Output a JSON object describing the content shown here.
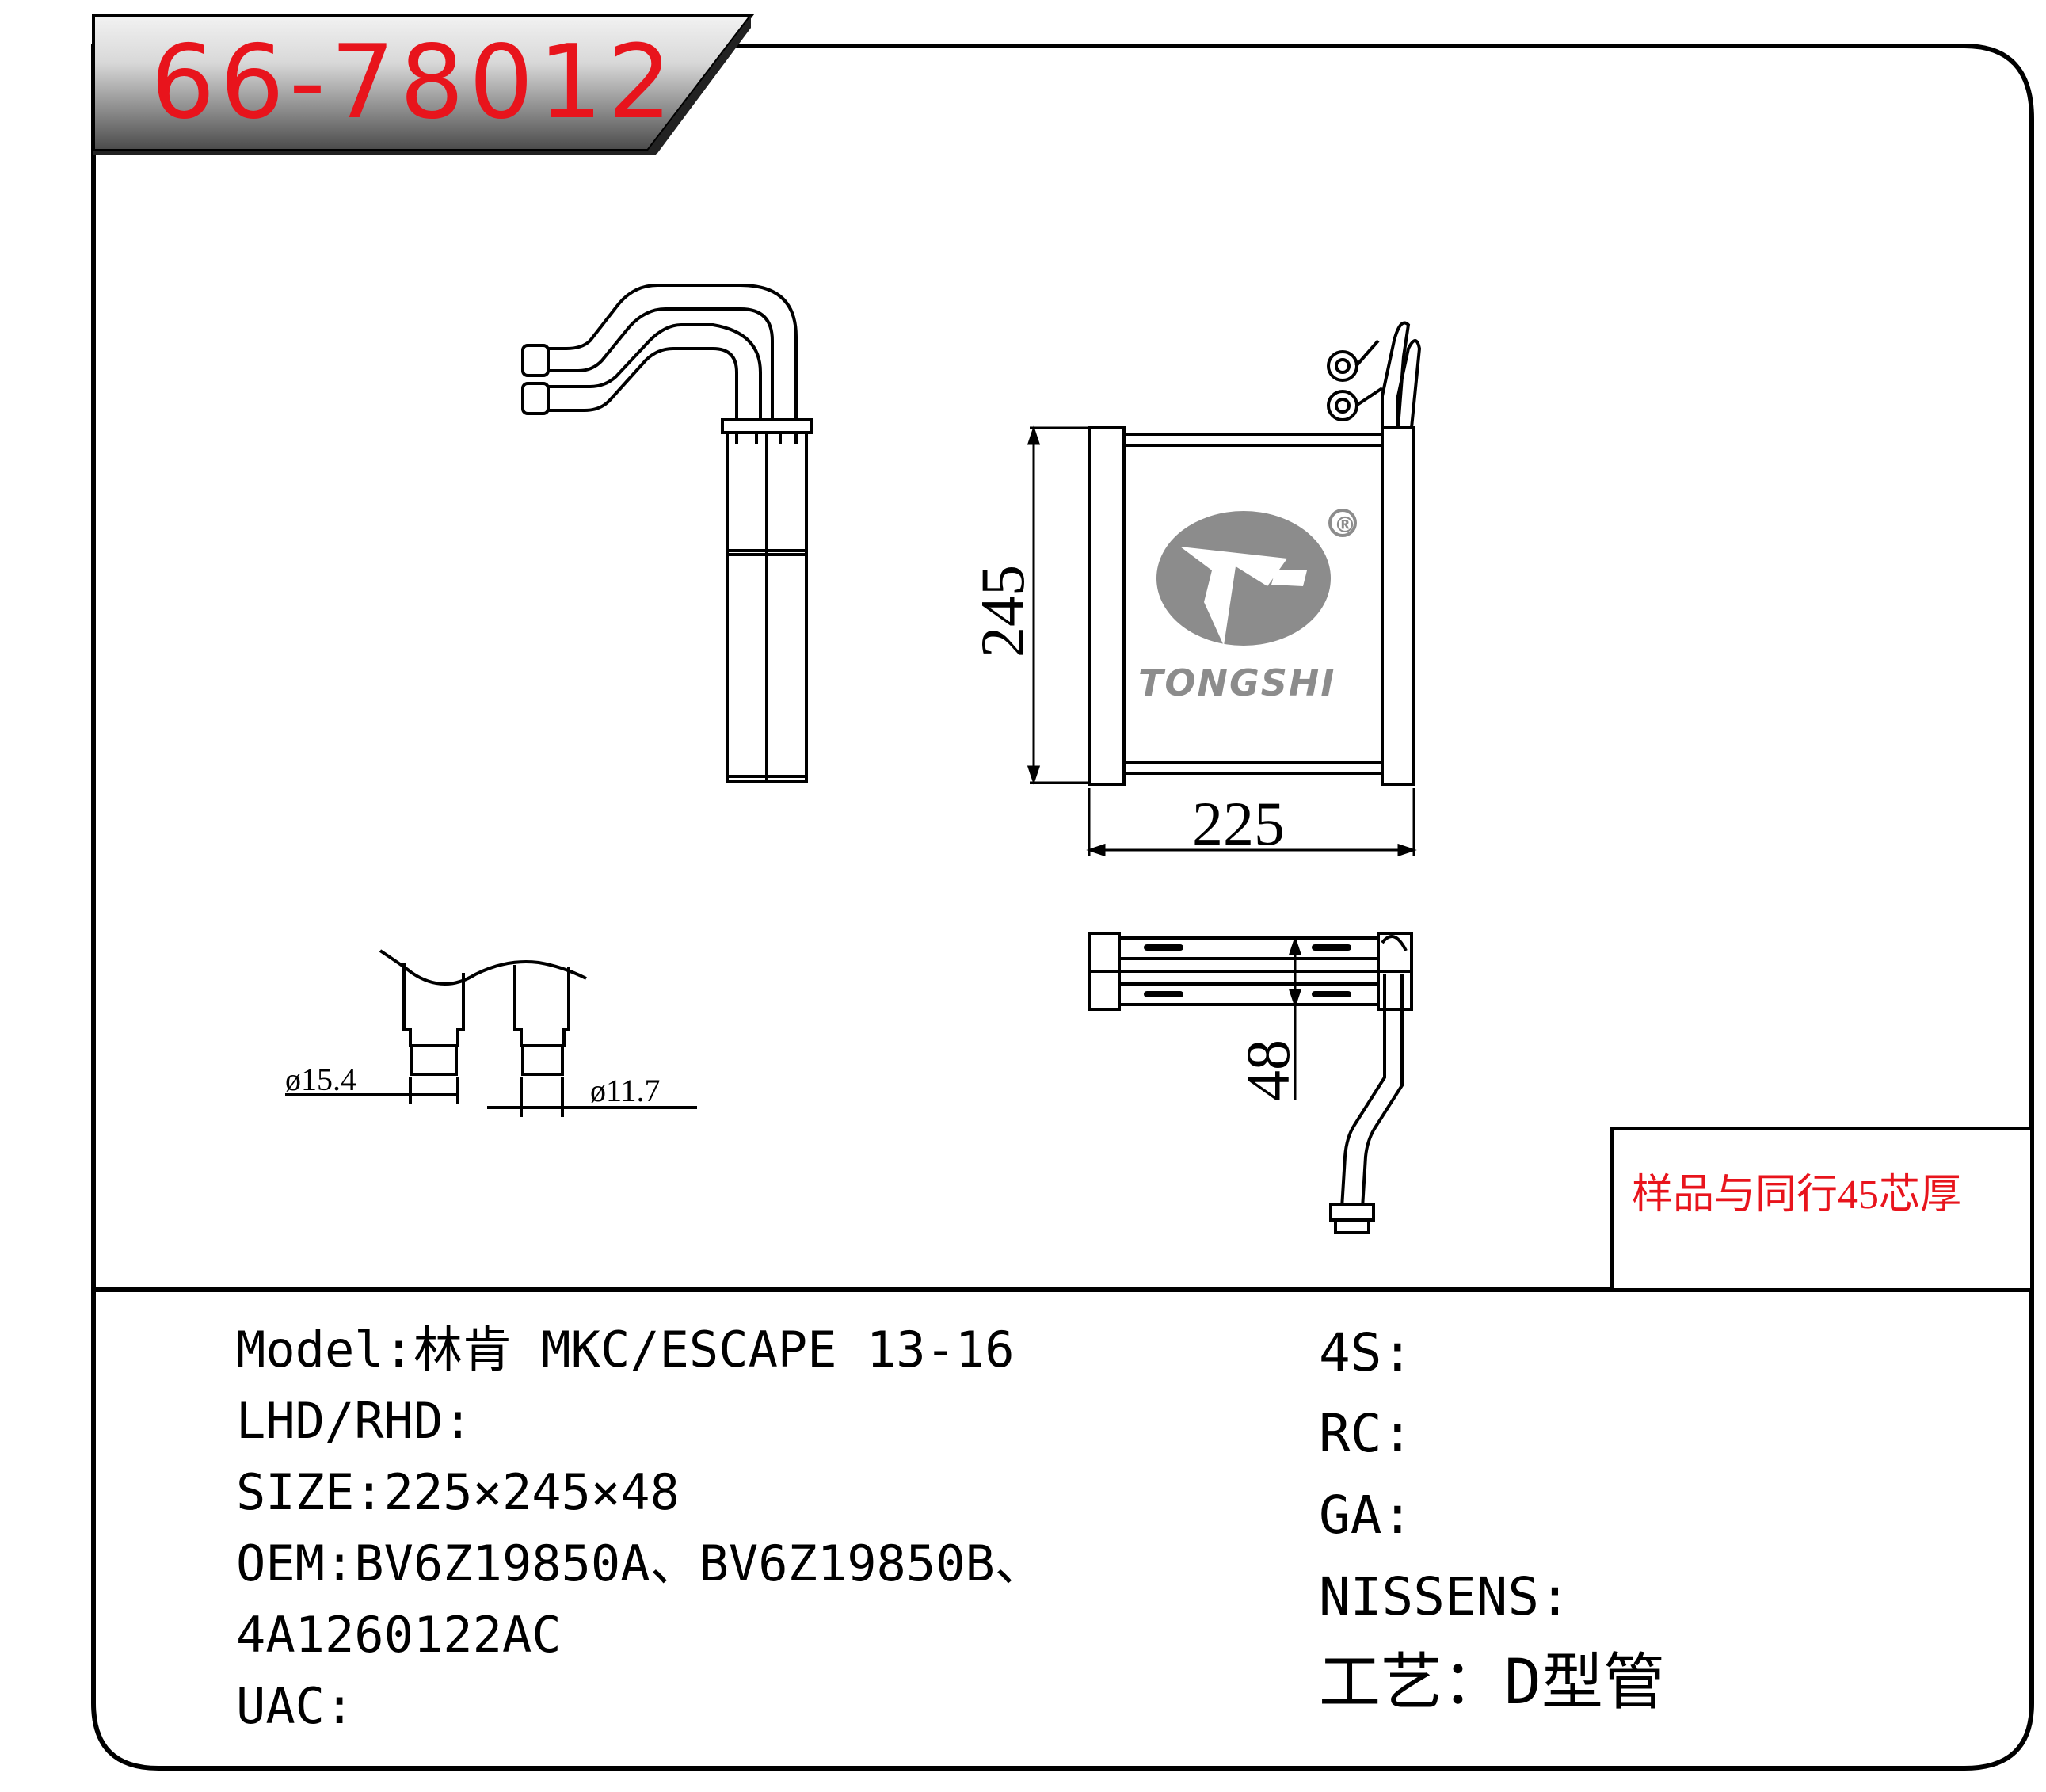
{
  "part_number": "66-78012",
  "dimensions": {
    "height": "245",
    "width": "225",
    "depth": "48"
  },
  "pipe_diameters": {
    "inlet": "ø15.4",
    "outlet": "ø11.7"
  },
  "logo": {
    "brand": "TONGSHI",
    "registered": "®"
  },
  "sample_note": "样品与同行45芯厚",
  "specs": {
    "model": "Model:林肯 MKC/ESCAPE 13-16",
    "lhd_rhd": "LHD/RHD:",
    "size": "SIZE:225×245×48",
    "oem_line1": "OEM:BV6Z19850A、BV6Z19850B、",
    "oem_line2": "4A1260122AC",
    "uac": "UAC:"
  },
  "refs": {
    "s4": "4S:",
    "rc": "RC:",
    "ga": "GA:",
    "nissens": "NISSENS:",
    "process": "工艺：D型管"
  },
  "colors": {
    "part_number": "#e8141c",
    "note": "#e8141c",
    "logo": "#8c8c8c",
    "header_gradient_dark": "#5a5a5a",
    "header_gradient_light": "#f4f4f4"
  }
}
